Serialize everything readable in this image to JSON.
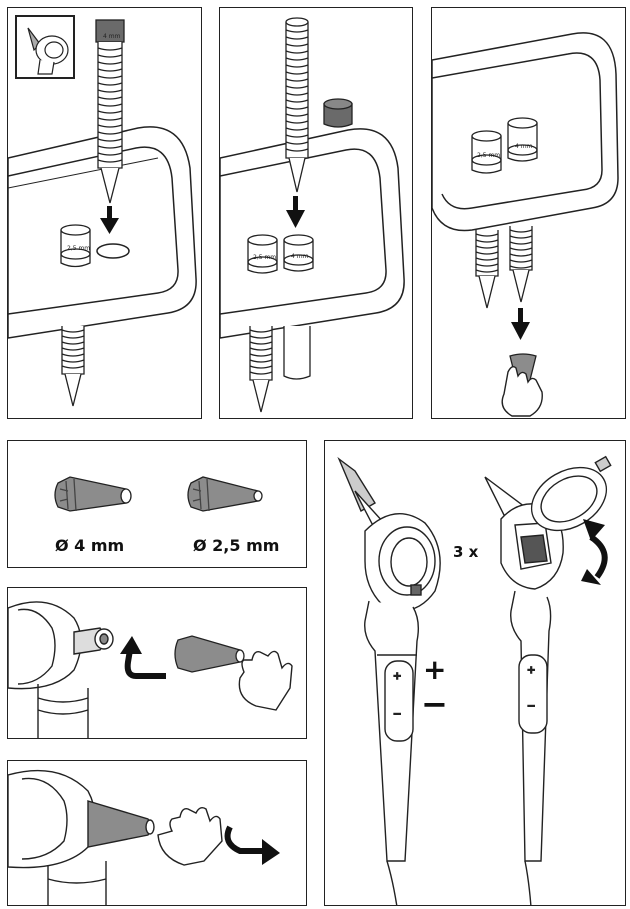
{
  "panels": {
    "step1": {
      "tube_label": "4 mm",
      "cup_label": "2,5 mm"
    },
    "step2": {
      "cup_left_label": "2,5 mm",
      "cup_right_label": "4 mm"
    },
    "step3": {
      "cup_left_label": "2,5 mm",
      "cup_right_label": "4 mm"
    },
    "sizes": {
      "large_label": "Ø 4 mm",
      "small_label": "Ø 2,5 mm"
    },
    "brightness": {
      "press_count": "3 x",
      "plus": "+",
      "minus": "−"
    }
  },
  "colors": {
    "line": "#222222",
    "tip_gray": "#8c8c8c",
    "tip_dark": "#5a5a5a",
    "skin": "#ffffff"
  }
}
